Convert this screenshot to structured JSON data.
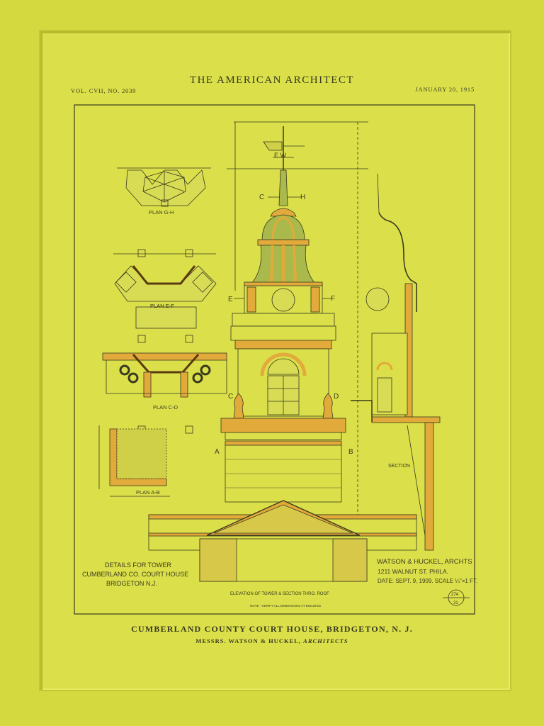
{
  "header": {
    "title": "THE AMERICAN ARCHITECT",
    "volume": "VOL. CVII, NO. 2039",
    "date": "JANUARY 20, 1915"
  },
  "drawing": {
    "plans": {
      "gh": "PLAN G-H",
      "ef": "PLAN E-F",
      "cd": "PLAN C-D",
      "ab": "PLAN A-B"
    },
    "section_marks": {
      "c_top": "C",
      "h": "H",
      "e": "E",
      "f": "F",
      "c": "C",
      "d": "D",
      "a": "A",
      "b": "B"
    },
    "weathervane": "E W",
    "section_label": "SECTION",
    "title_block_left": [
      "DETAILS FOR TOWER",
      "CUMBERLAND CO. COURT HOUSE",
      "BRIDGETON N.J."
    ],
    "title_block_right": [
      "WATSON & HUCKEL, ARCHTS",
      "1211 WALNUT ST. PHILA.",
      "DATE: SEPT. 9, 1909. SCALE ¼\"=1 FT."
    ],
    "elevation_title": "ELEVATION OF TOWER & SECTION THRO. ROOF",
    "note": "NOTE - VERIFY ALL DIMENSIONS AT BUILDING",
    "sheet_number": "274",
    "sheet_sub": "31",
    "colors": {
      "ink": "#3a3a1e",
      "wash_orange": "#e2aa3a",
      "wash_green": "#a9b94c",
      "paper": "#dadf4a",
      "mat": "#d3d93e"
    }
  },
  "caption": {
    "title": "CUMBERLAND COUNTY COURT HOUSE, BRIDGETON, N. J.",
    "credit_prefix": "MESSRS. WATSON & HUCKEL,",
    "credit_role": "ARCHITECTS"
  }
}
